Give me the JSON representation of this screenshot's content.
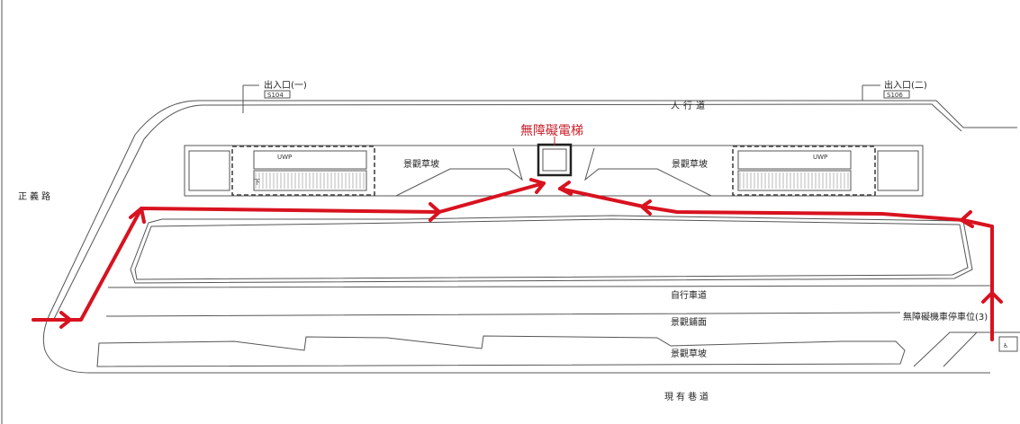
{
  "labels": {
    "entrance_1": "出入口(一)",
    "entrance_1_code": "S104",
    "entrance_2": "出入口(二)",
    "entrance_2_code": "S106",
    "sidewalk": "人行道",
    "elevator": "無障礙電梯",
    "grass_slope_left": "景觀草坡",
    "grass_slope_right": "景觀草坡",
    "road_left": "正義路",
    "bike_lane": "自行車道",
    "paving": "景觀鋪面",
    "grass_slope_bottom": "景觀草坡",
    "existing_lane": "現有巷道",
    "accessible_parking": "無障礙機車停車位(3)",
    "uwp_left": "UWP",
    "uwp_right": "UWP",
    "down": "下"
  },
  "colors": {
    "route": "#d8121f",
    "elevator_label": "#c8202a",
    "lines": "#555555"
  },
  "icons": [
    "wheelchair-icon",
    "route-arrow-icon"
  ]
}
